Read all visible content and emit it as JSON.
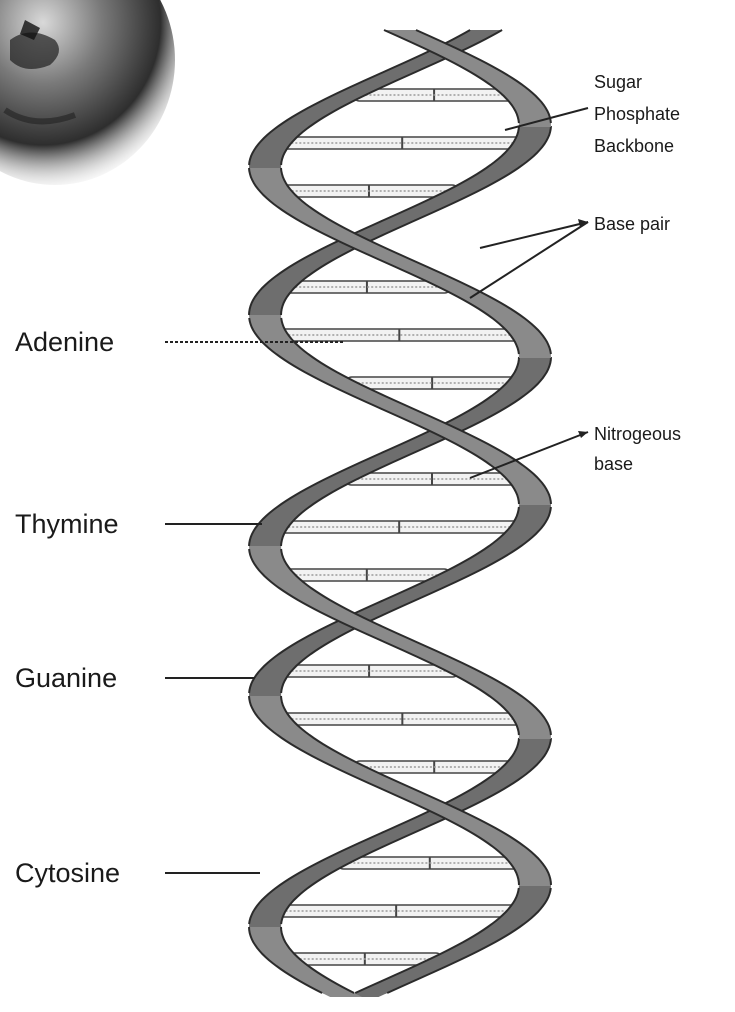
{
  "diagram": {
    "labels_left": {
      "adenine": "Adenine",
      "thymine": "Thymine",
      "guanine": "Guanine",
      "cytosine": "Cytosine"
    },
    "labels_right": {
      "backbone_line1": "Sugar",
      "backbone_line2": "Phosphate",
      "backbone_line3": "Backbone",
      "base_pair": "Base pair",
      "nitrogenous_line1": "Nitrogeous",
      "nitrogenous_line2": "base"
    }
  },
  "colors": {
    "ribbon_front": "#8a8a8a",
    "ribbon_back": "#6e6e6e",
    "ribbon_edge": "#2b2b2b",
    "rung": "#f2f2f2",
    "rung_edge": "#444444"
  }
}
